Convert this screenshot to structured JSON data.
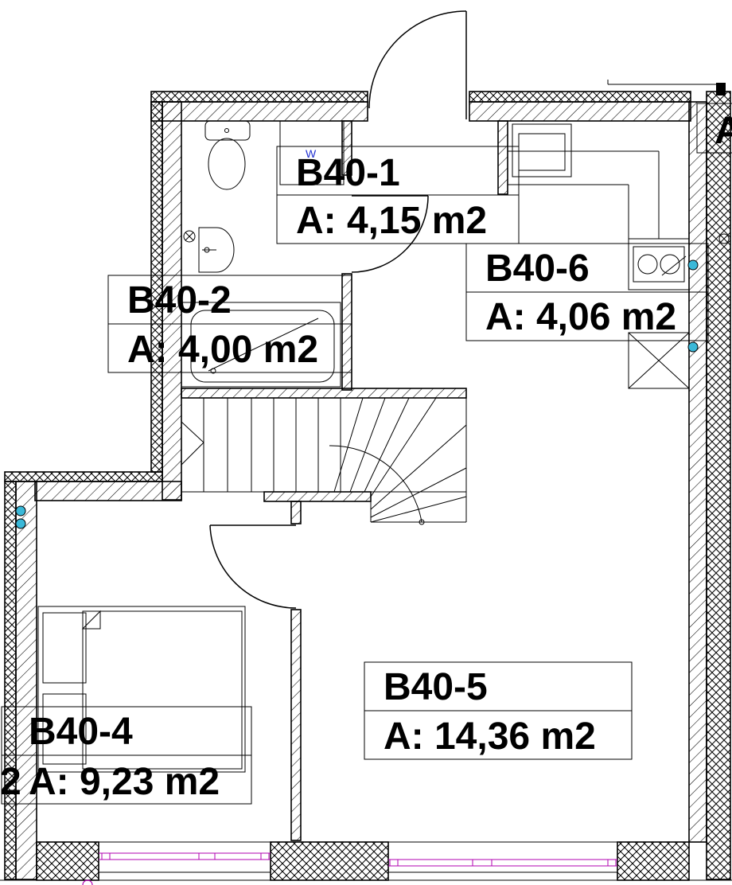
{
  "rooms": [
    {
      "id": "B40-1",
      "area": "A: 4,15 m2"
    },
    {
      "id": "B40-2",
      "area": "A: 4,00 m2"
    },
    {
      "id": "B40-6",
      "area": "A: 4,06 m2"
    },
    {
      "id": "B40-5",
      "area": "A: 14,36 m2"
    },
    {
      "id": "B40-4",
      "area": "A: 9,23 m2"
    }
  ],
  "fragments": {
    "left_edge": "2",
    "right_edge": "A",
    "fixture_mark": "W"
  },
  "colors": {
    "line": "#000000",
    "window_line": "#b000b0",
    "riser": "#3ab8d8",
    "mark": "#1f2fd0"
  }
}
